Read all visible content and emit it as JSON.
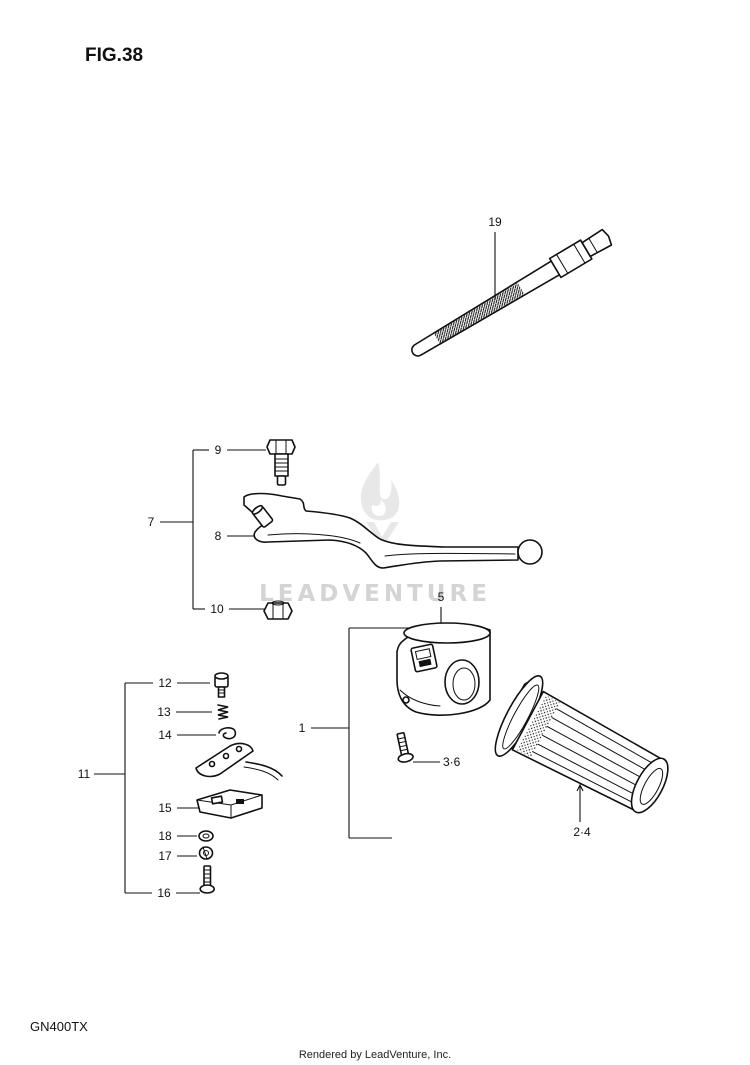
{
  "figure": {
    "title": "FIG.38",
    "model": "GN400TX",
    "credit": "Rendered by LeadVenture, Inc.",
    "watermark": "LEADVENTURE"
  },
  "callouts": {
    "p19": "19",
    "p9": "9",
    "p7": "7",
    "p8": "8",
    "p10": "10",
    "p5": "5",
    "p1": "1",
    "p3_6": "3·6",
    "p2_4": "2·4",
    "p11": "11",
    "p12": "12",
    "p13": "13",
    "p14": "14",
    "p15": "15",
    "p18": "18",
    "p17": "17",
    "p16": "16"
  },
  "colors": {
    "line": "#111111",
    "watermark": "#d4d4d4",
    "background": "#ffffff"
  }
}
